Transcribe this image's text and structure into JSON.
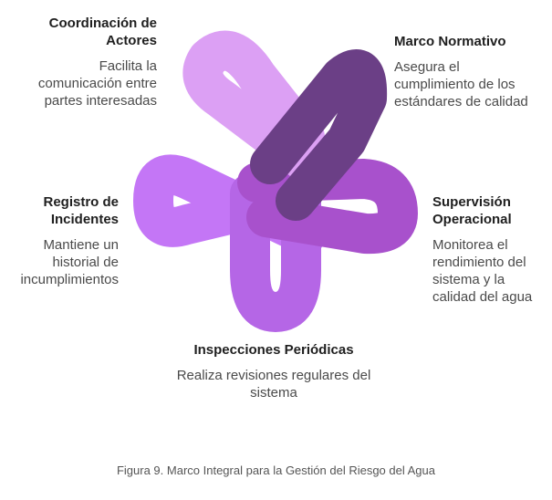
{
  "items": [
    {
      "title": "Coordinación de Actores",
      "description": "Facilita la comunicación entre partes interesadas",
      "color": "#dca0f4"
    },
    {
      "title": "Marco Normativo",
      "description": "Asegura el cumplimiento de los estándares de calidad",
      "color": "#6b3f86"
    },
    {
      "title": "Supervisión Operacional",
      "description": "Monitorea el rendimiento del sistema y la calidad del agua",
      "color": "#a851cc"
    },
    {
      "title": "Inspecciones Periódicas",
      "description": "Realiza revisiones regulares del sistema",
      "color": "#b566e6"
    },
    {
      "title": "Registro de Incidentes",
      "description": "Mantiene un historial de incumplimientos",
      "color": "#c476f6"
    }
  ],
  "caption": "Figura 9. Marco Integral para la Gestión del Riesgo del Agua"
}
